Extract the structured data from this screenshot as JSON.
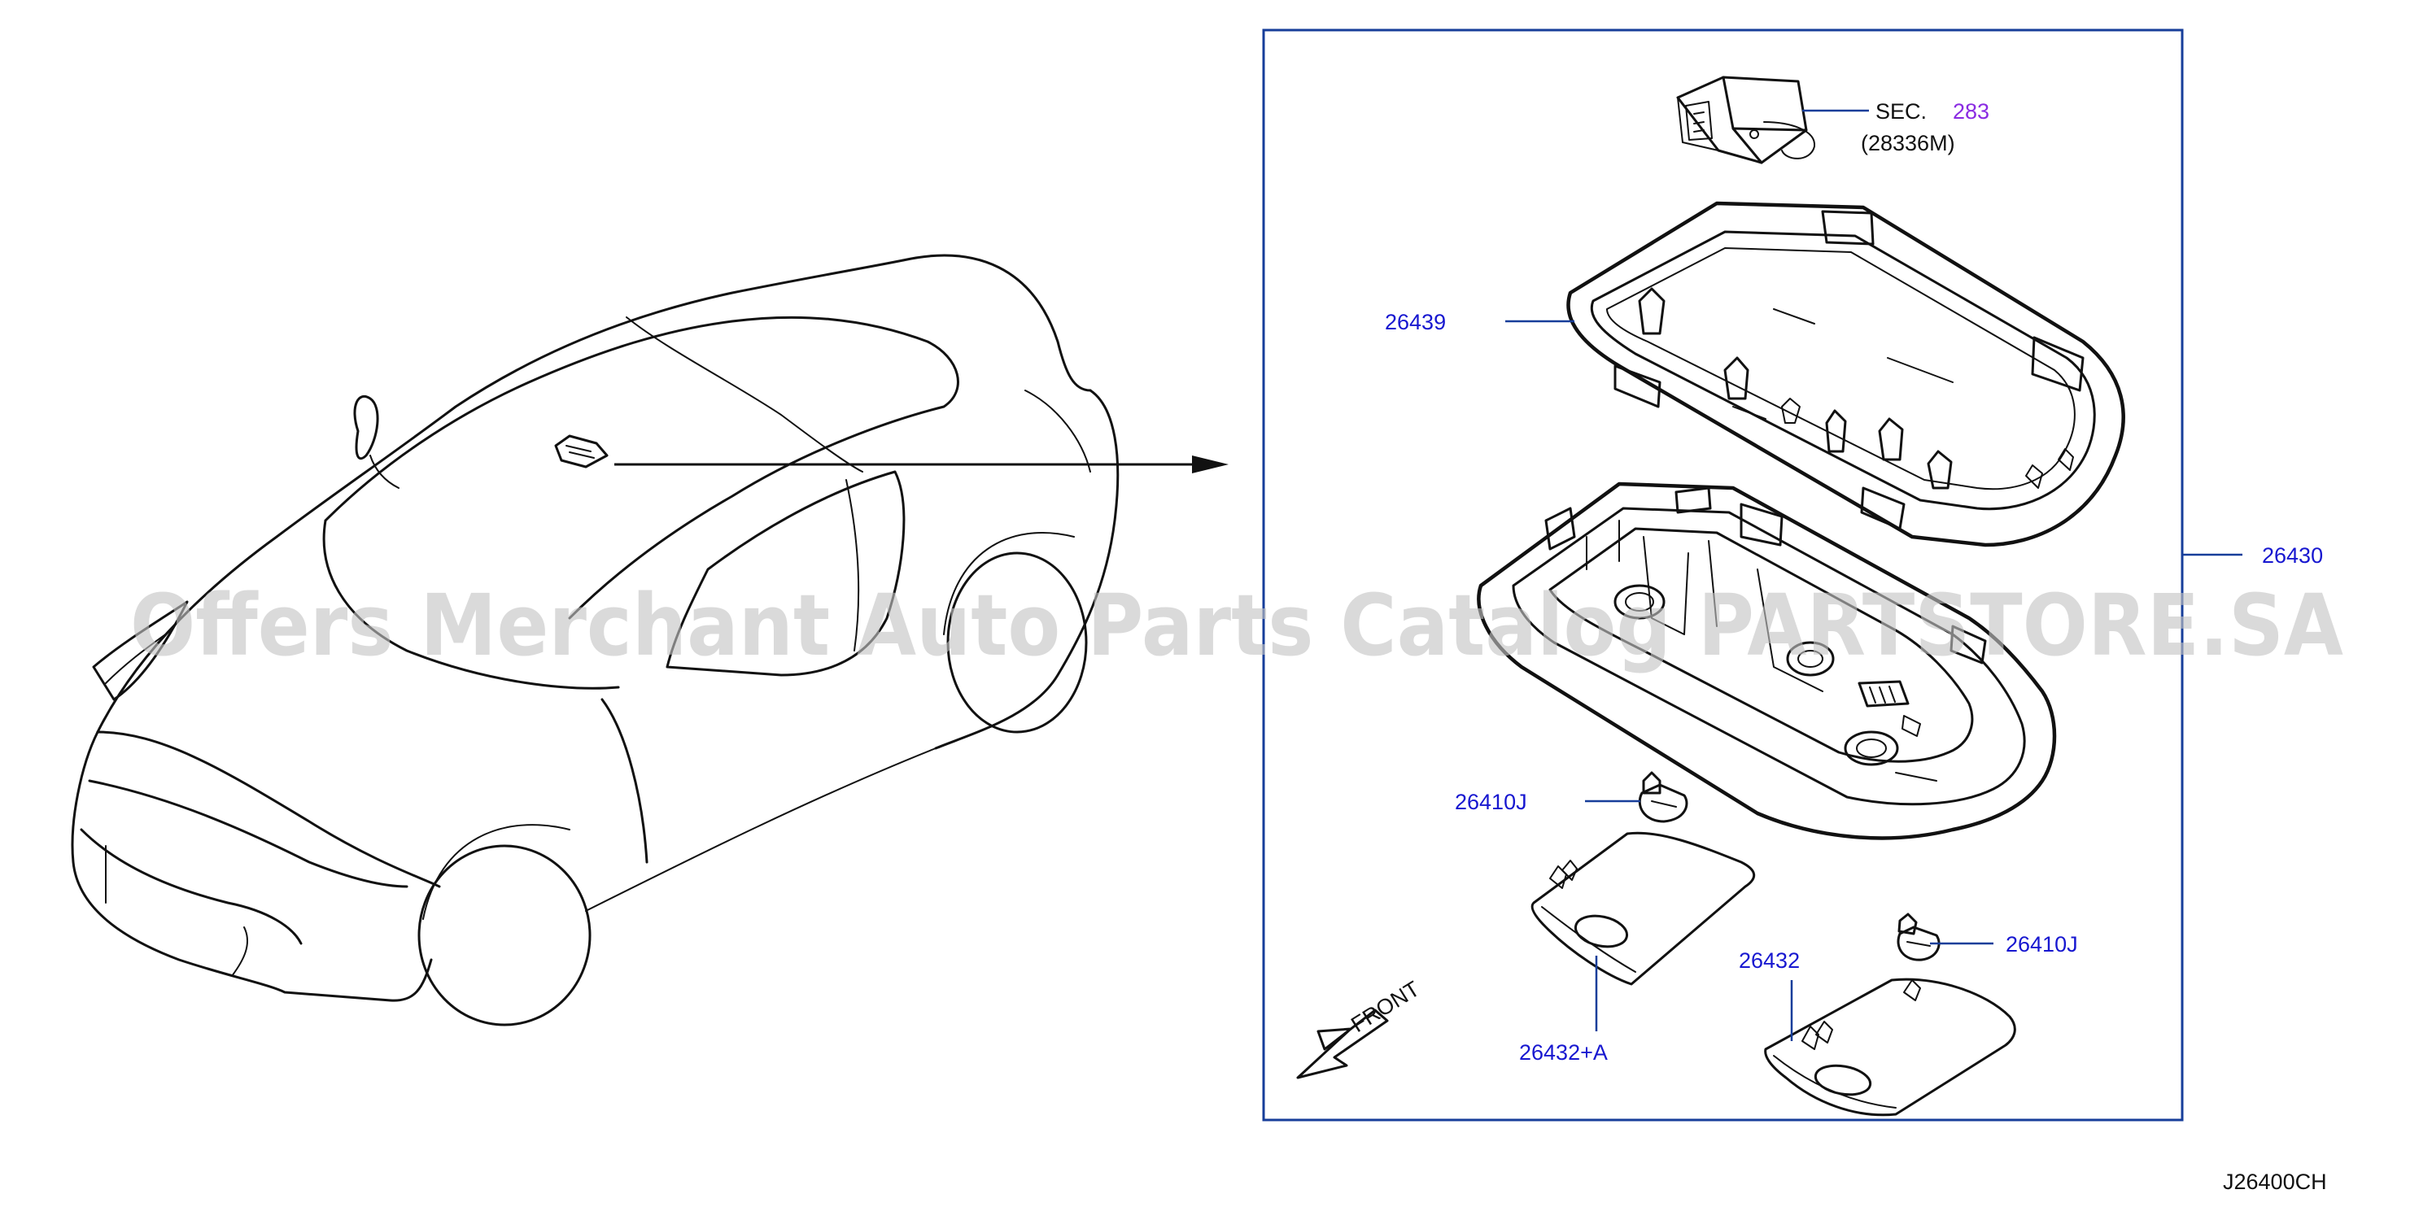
{
  "diagram": {
    "part_labels": {
      "sec": "SEC.",
      "sec_number": "283",
      "sec_sub": "(28336M)",
      "p26439": "26439",
      "p26430": "26430",
      "p26410j_left": "26410J",
      "p26410j_right": "26410J",
      "p26432": "26432",
      "p26432a": "26432+A",
      "front": "FRONT"
    },
    "diagram_code": "J26400CH",
    "watermark": "Offers Merchant Auto Parts Catalog PARTSTORE.SA",
    "colors": {
      "part_number": "#1717d0",
      "section_link": "#8a2be2",
      "frame": "#173e9a",
      "watermark": "#c4c4c4"
    }
  }
}
